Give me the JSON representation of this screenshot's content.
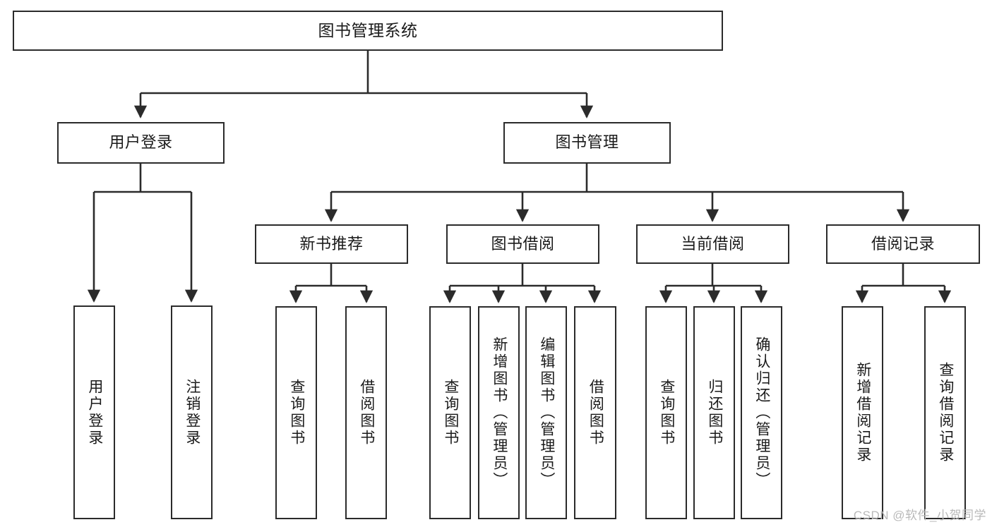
{
  "diagram": {
    "title": "图书管理系统",
    "type": "tree",
    "watermark": "CSDN @软件_小贺同学",
    "colors": {
      "box_border": "#2b2b2b",
      "box_fill": "#ffffff",
      "edge": "#2b2b2b",
      "text": "#1a1a1a",
      "watermark": "#b9b9b9"
    },
    "nodes": {
      "root": {
        "label": "图书管理系统"
      },
      "level1": [
        {
          "id": "user-login",
          "label": "用户登录"
        },
        {
          "id": "book-manage",
          "label": "图书管理"
        }
      ],
      "level2": [
        {
          "id": "new-book-recommend",
          "label": "新书推荐",
          "parent": "book-manage"
        },
        {
          "id": "book-borrow",
          "label": "图书借阅",
          "parent": "book-manage"
        },
        {
          "id": "current-borrow",
          "label": "当前借阅",
          "parent": "book-manage"
        },
        {
          "id": "borrow-record",
          "label": "借阅记录",
          "parent": "book-manage"
        }
      ],
      "leaves": [
        {
          "id": "leaf-user-login",
          "label": "用户登录",
          "parent": "user-login"
        },
        {
          "id": "leaf-user-logout",
          "label": "注销登录",
          "parent": "user-login"
        },
        {
          "id": "leaf-query-book-1",
          "label": "查询图书",
          "parent": "new-book-recommend"
        },
        {
          "id": "leaf-borrow-book-1",
          "label": "借阅图书",
          "parent": "new-book-recommend"
        },
        {
          "id": "leaf-query-book-2",
          "label": "查询图书",
          "parent": "book-borrow"
        },
        {
          "id": "leaf-add-book",
          "label": "新增图书（管理员）",
          "parent": "book-borrow"
        },
        {
          "id": "leaf-edit-book",
          "label": "编辑图书（管理员）",
          "parent": "book-borrow"
        },
        {
          "id": "leaf-borrow-book-2",
          "label": "借阅图书",
          "parent": "book-borrow"
        },
        {
          "id": "leaf-query-book-3",
          "label": "查询图书",
          "parent": "current-borrow"
        },
        {
          "id": "leaf-return-book",
          "label": "归还图书",
          "parent": "current-borrow"
        },
        {
          "id": "leaf-confirm-return",
          "label": "确认归还（管理员）",
          "parent": "current-borrow"
        },
        {
          "id": "leaf-add-record",
          "label": "新增借阅记录",
          "parent": "borrow-record"
        },
        {
          "id": "leaf-query-record",
          "label": "查询借阅记录",
          "parent": "borrow-record"
        }
      ]
    }
  }
}
